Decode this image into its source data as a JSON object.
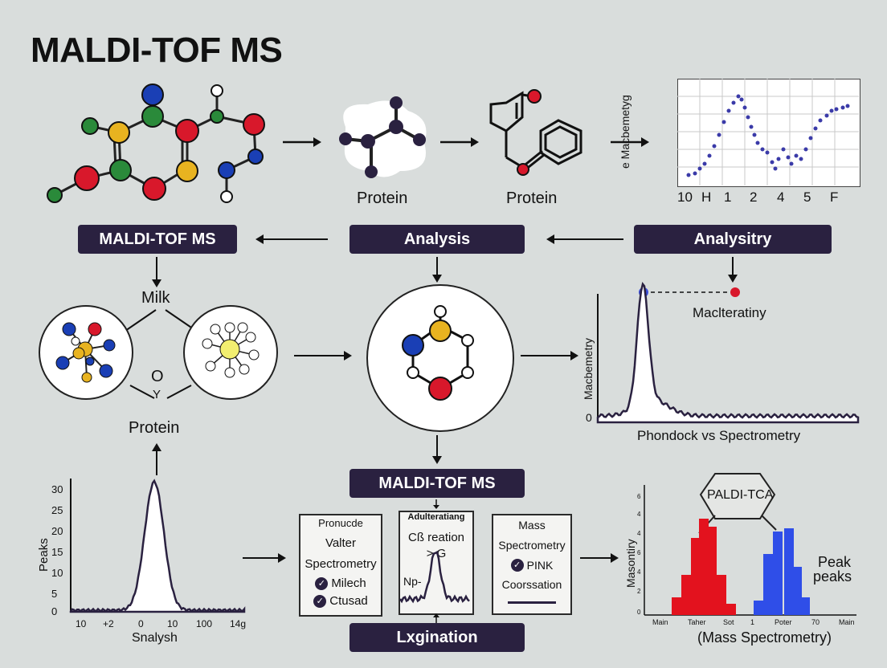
{
  "title": "MALDI-TOF MS",
  "colors": {
    "pill_bg": "#2a2140",
    "red": "#d8182b",
    "blue": "#1a3fb5",
    "green": "#2a8a3a",
    "yellow": "#e8b320",
    "navy": "#2a2140",
    "bg": "#d9dddc"
  },
  "row1": {
    "protein_label_1": "Protein",
    "protein_label_2": "Protein",
    "chart_ylabel": "e Macbemetyg",
    "chart_ticks": [
      "10",
      "H",
      "1",
      "2",
      "4",
      "5",
      "F"
    ]
  },
  "row2": {
    "pill_left": "MALDI-TOF MS",
    "pill_mid": "Analysis",
    "pill_right": "Analysitry"
  },
  "row3": {
    "milk_label": "Milk",
    "o_label": "O",
    "y_label": "Y",
    "protein_label": "Protein",
    "legend_label": "Maclteratiny",
    "chart_ylabel": "Macbemetry",
    "chart_zero": "0",
    "chart_caption": "Phondock vs Spectrometry"
  },
  "row4": {
    "pill_mid": "MALDI-TOF MS",
    "pill_bottom": "Lxgination",
    "left_chart": {
      "ylabel": "Peaks",
      "yticks": [
        "30",
        "25",
        "20",
        "15",
        "10",
        "5",
        "0"
      ],
      "xticks": [
        "10",
        "+2",
        "0",
        "10",
        "100",
        "14g"
      ],
      "xlabel": "Snalysh"
    },
    "box1": {
      "lines": [
        "Pronucde",
        "Valter",
        "Spectrometry"
      ],
      "check1": "Milech",
      "check2": "Ctusad"
    },
    "box2": {
      "lines": [
        "Adulteratiang",
        "Cß reation",
        "> G"
      ],
      "label": "Np-"
    },
    "box3": {
      "lines": [
        "Mass",
        "Spectrometry"
      ],
      "check1": "PINK",
      "line3": "Coorssation"
    },
    "right_chart": {
      "ylabel": "Masontiry",
      "yticks": [
        "6",
        "4",
        "4",
        "6",
        "4",
        "2",
        "0"
      ],
      "xticks": [
        "Main",
        "Taher",
        "Sot",
        "1",
        "Poter",
        "70",
        "Main"
      ],
      "bubble": "PALDI-TCA",
      "peak_label_1": "Peak",
      "peak_label_2": "peaks",
      "caption": "(Mass Spectrometry)"
    }
  }
}
